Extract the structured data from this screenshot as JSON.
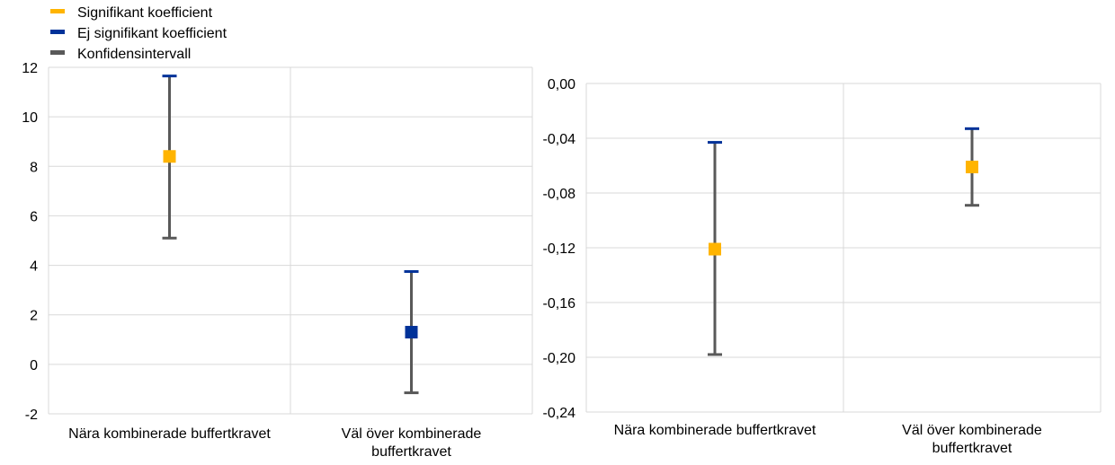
{
  "legend": {
    "items": [
      {
        "label": "Signifikant koefficient",
        "color": "#FFB400"
      },
      {
        "label": "Ej signifikant koefficient",
        "color": "#003299"
      },
      {
        "label": "Konfidensintervall",
        "color": "#595959"
      }
    ]
  },
  "chart_data": [
    {
      "type": "scatter",
      "categories": [
        "Nära kombinerade buffertkravet",
        "Väl över kombinerade buffertkravet"
      ],
      "category_lines": [
        [
          "Nära kombinerade buffertkravet"
        ],
        [
          "Väl över kombinerade",
          "buffertkravet"
        ]
      ],
      "ylim": [
        -2,
        12
      ],
      "yticks": [
        -2,
        0,
        2,
        4,
        6,
        8,
        10,
        12
      ],
      "ytick_labels": [
        "-2",
        "0",
        "2",
        "4",
        "6",
        "8",
        "10",
        "12"
      ],
      "grid": true,
      "points": [
        {
          "category": "Nära kombinerade buffertkravet",
          "value": 8.4,
          "ci_low": 5.1,
          "ci_high": 11.65,
          "significant": true
        },
        {
          "category": "Väl över kombinerade buffertkravet",
          "value": 1.3,
          "ci_low": -1.15,
          "ci_high": 3.75,
          "significant": false
        }
      ]
    },
    {
      "type": "scatter",
      "categories": [
        "Nära kombinerade buffertkravet",
        "Väl över kombinerade buffertkravet"
      ],
      "category_lines": [
        [
          "Nära kombinerade buffertkravet"
        ],
        [
          "Väl över kombinerade",
          "buffertkravet"
        ]
      ],
      "ylim": [
        -0.24,
        0.0
      ],
      "yticks": [
        -0.24,
        -0.2,
        -0.16,
        -0.12,
        -0.08,
        -0.04,
        0.0
      ],
      "ytick_labels": [
        "-0,24",
        "-0,20",
        "-0,16",
        "-0,12",
        "-0,08",
        "-0,04",
        "0,00"
      ],
      "grid": true,
      "points": [
        {
          "category": "Nära kombinerade buffertkravet",
          "value": -0.121,
          "ci_low": -0.198,
          "ci_high": -0.043,
          "significant": true
        },
        {
          "category": "Väl över kombinerade buffertkravet",
          "value": -0.061,
          "ci_low": -0.089,
          "ci_high": -0.033,
          "significant": true
        }
      ]
    }
  ]
}
